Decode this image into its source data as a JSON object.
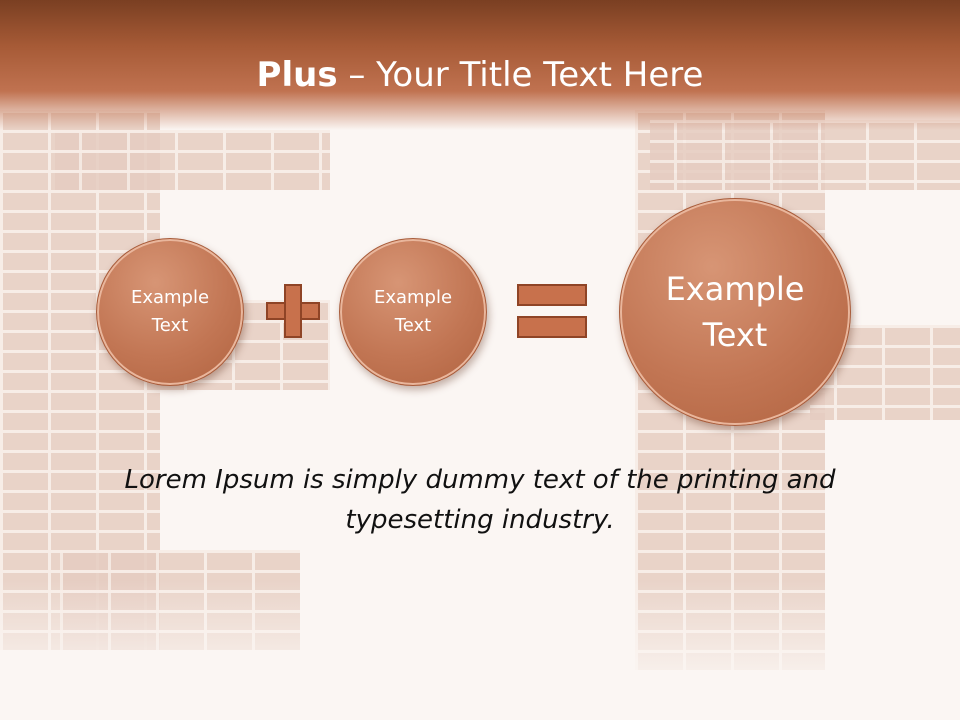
{
  "slide": {
    "title_bold": "Plus",
    "title_rest": " – Your Title Text Here",
    "circle_1": "Example\nText",
    "circle_2": "Example\nText",
    "circle_3": "Example\nText",
    "body": "Lorem Ipsum is simply dummy text of the printing and typesetting industry."
  },
  "colors": {
    "header": "#a65a36",
    "circle": "#c27654",
    "symbol": "#c8714c",
    "background": "#fbf6f3"
  },
  "icons": [
    "plus-icon",
    "equals-icon"
  ]
}
